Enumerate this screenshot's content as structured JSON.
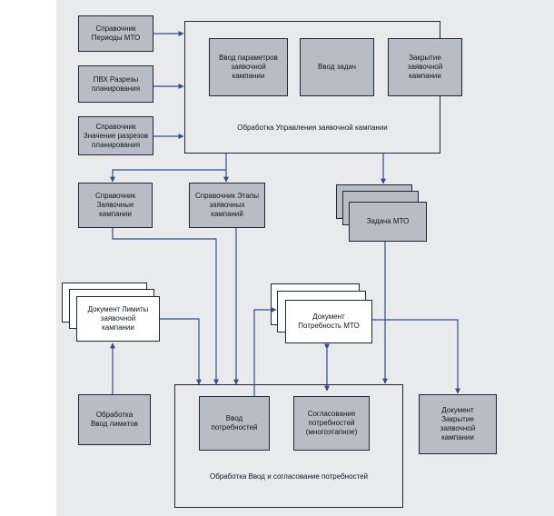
{
  "nodes": {
    "ref_periods": "Справочник\nПериоды МТО",
    "pvh_cuts": "ПВХ Разрезы\nпланирования",
    "ref_cut_values": "Справочник\nЗначение разрезов\nпланирования",
    "param_input": "Ввод параметров\nзаявочной\nкампании",
    "task_input": "Ввод задач",
    "campaign_close": "Закрытие\nзаявочной\nкампании",
    "mgmt_title": "Обработка Управления заявочной кампании",
    "ref_campaigns": "Справочник\nЗаявочные\nкампании",
    "ref_stages": "Справочник Этапы\nзаявочных\nкампаний",
    "task_mto": "Задача МТО",
    "doc_limits": "Документ Лимиты\nзаявочной\nкампании",
    "doc_need": "Документ\nПотребность МТО",
    "limits_input": "Обработка\nВвод лимитов",
    "need_input": "Ввод\nпотребностей",
    "need_approval": "Согласование\nпотребностей\n(многоэтапное)",
    "need_title": "Обработка Ввод и согласование потребностей",
    "doc_close": "Документ\nЗакрытие\nзаявочной\nкампании"
  },
  "colors": {
    "canvas": "#e9eaec",
    "box_fill": "#b8bcc5",
    "border": "#1f2733",
    "arrow": "#2f4f86"
  }
}
